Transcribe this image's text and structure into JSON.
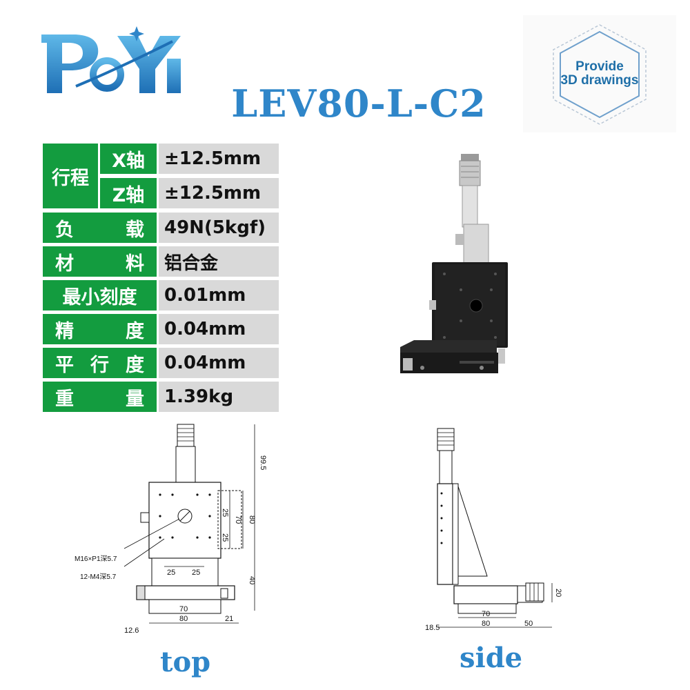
{
  "model": "LEV80-L-C2",
  "badge": {
    "line1": "Provide",
    "line2": "3D drawings"
  },
  "specs": {
    "stroke_label": "行程",
    "x_axis_label": "X轴",
    "x_axis_value": "±12.5mm",
    "z_axis_label": "Z轴",
    "z_axis_value": "±12.5mm",
    "rows": [
      {
        "label": [
          "负",
          "载"
        ],
        "value": "49N(5kgf)"
      },
      {
        "label": [
          "材",
          "料"
        ],
        "value": "铝合金"
      },
      {
        "label": [
          "最小刻度"
        ],
        "value": "0.01mm"
      },
      {
        "label": [
          "精",
          "度"
        ],
        "value": "0.04mm"
      },
      {
        "label": [
          "平",
          "行",
          "度"
        ],
        "value": "0.04mm"
      },
      {
        "label": [
          "重",
          "量"
        ],
        "value": "1.39kg"
      }
    ]
  },
  "top_view": {
    "caption": "top",
    "dims": {
      "height_top": "99.5",
      "v25a": "25",
      "v25b": "25",
      "v70": "70",
      "v80": "80",
      "h25a": "25",
      "h25b": "25",
      "v40": "40",
      "b70": "70",
      "b80": "80",
      "b21": "21",
      "b126": "12.6",
      "note1": "M16×P1深5.7",
      "note2": "12-M4深5.7"
    }
  },
  "side_view": {
    "caption": "side",
    "dims": {
      "b185": "18.5",
      "b70": "70",
      "b80": "80",
      "b50": "50",
      "r20": "20"
    }
  },
  "colors": {
    "brand_blue": "#2f86c9",
    "table_green": "#139c3f",
    "value_gray": "#d9d9d9"
  }
}
